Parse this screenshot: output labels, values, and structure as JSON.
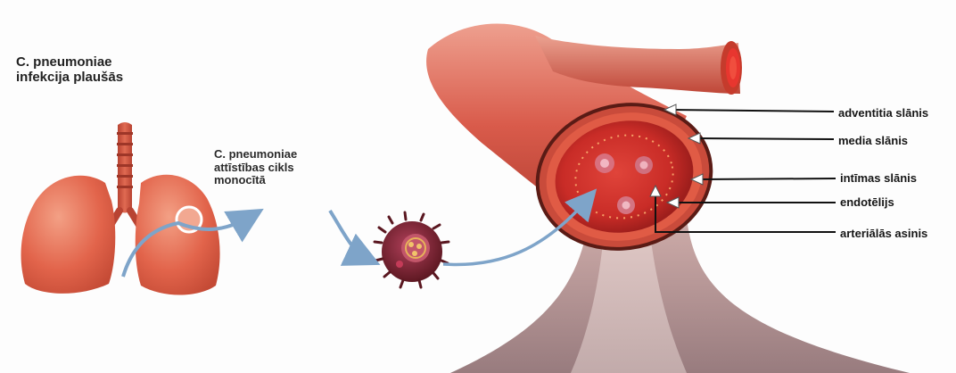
{
  "labels": {
    "lung_infection": [
      "C. pneumoniae",
      "infekcija plaušās"
    ],
    "development_cycle": [
      "C. pneumoniae",
      "attīstības cikls",
      "monocītā"
    ],
    "layers": {
      "adventitia": "adventitia slānis",
      "media": "media slānis",
      "intima": "intīmas slānis",
      "endothelium": "endotēlijs",
      "arterial_blood": "arteriālās asinis"
    }
  },
  "colors": {
    "vessel": "#d9584a",
    "vessel_dark": "#a83226",
    "lumen": "#d42d2a",
    "lung": "#e46b50",
    "arrow": "#7ea4c9",
    "pointer_line": "#111111"
  }
}
